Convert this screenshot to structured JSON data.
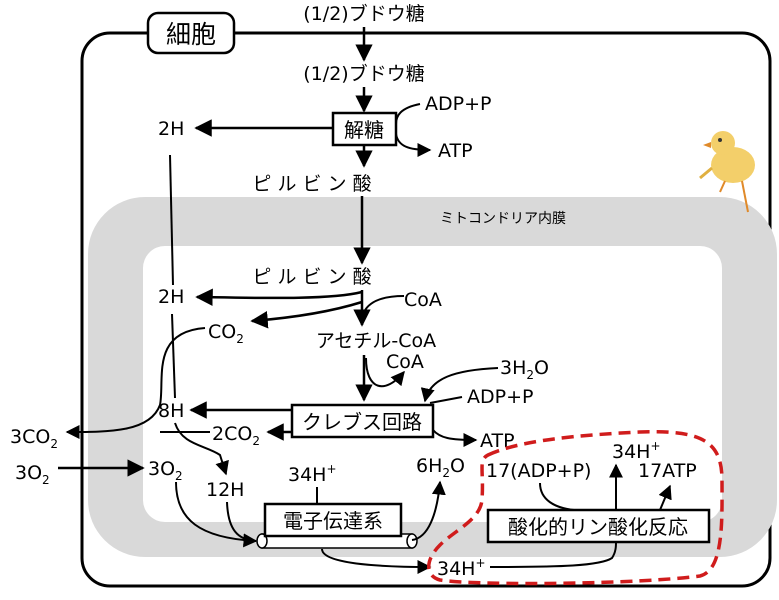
{
  "cell_label": "細胞",
  "glucose_outside": "(1/2)ブドウ糖",
  "glucose_inside": "(1/2)ブドウ糖",
  "glycolysis": "解糖",
  "adp_p": "ADP+P",
  "atp": "ATP",
  "two_h": "2H",
  "pyruvate": "ピ ル ビ ン 酸",
  "membrane_label": "ミトコンドリア内膜",
  "coa": "CoA",
  "co2": "CO",
  "co2_sub": "2",
  "acetyl_coa": "アセチル-CoA",
  "three_h2o": {
    "pre": "3H",
    "sub": "2",
    "post": "O"
  },
  "krebs": "クレブス回路",
  "eight_h": "8H",
  "two_co2": {
    "pre": "2CO",
    "sub": "2"
  },
  "three_co2": {
    "pre": "3CO",
    "sub": "2"
  },
  "three_o2_out": {
    "pre": "3O",
    "sub": "2"
  },
  "three_o2_in": {
    "pre": "3O",
    "sub": "2"
  },
  "twelve_h": "12H",
  "h34_top": {
    "pre": "34H",
    "sup": "+"
  },
  "six_h2o": {
    "pre": "6H",
    "sub": "2",
    "post": "O"
  },
  "etc": "電子伝達系",
  "h34_right": {
    "pre": "34H",
    "sup": "+"
  },
  "h34_bottom": {
    "pre": "34H",
    "sup": "+"
  },
  "adp17": "17(ADP+P)",
  "atp17": "17ATP",
  "oxphos": "酸化的リン酸化反応",
  "colors": {
    "membrane": "#d9d9d9",
    "dashed": "#d01c1c",
    "chick": "#f3cf6a"
  }
}
